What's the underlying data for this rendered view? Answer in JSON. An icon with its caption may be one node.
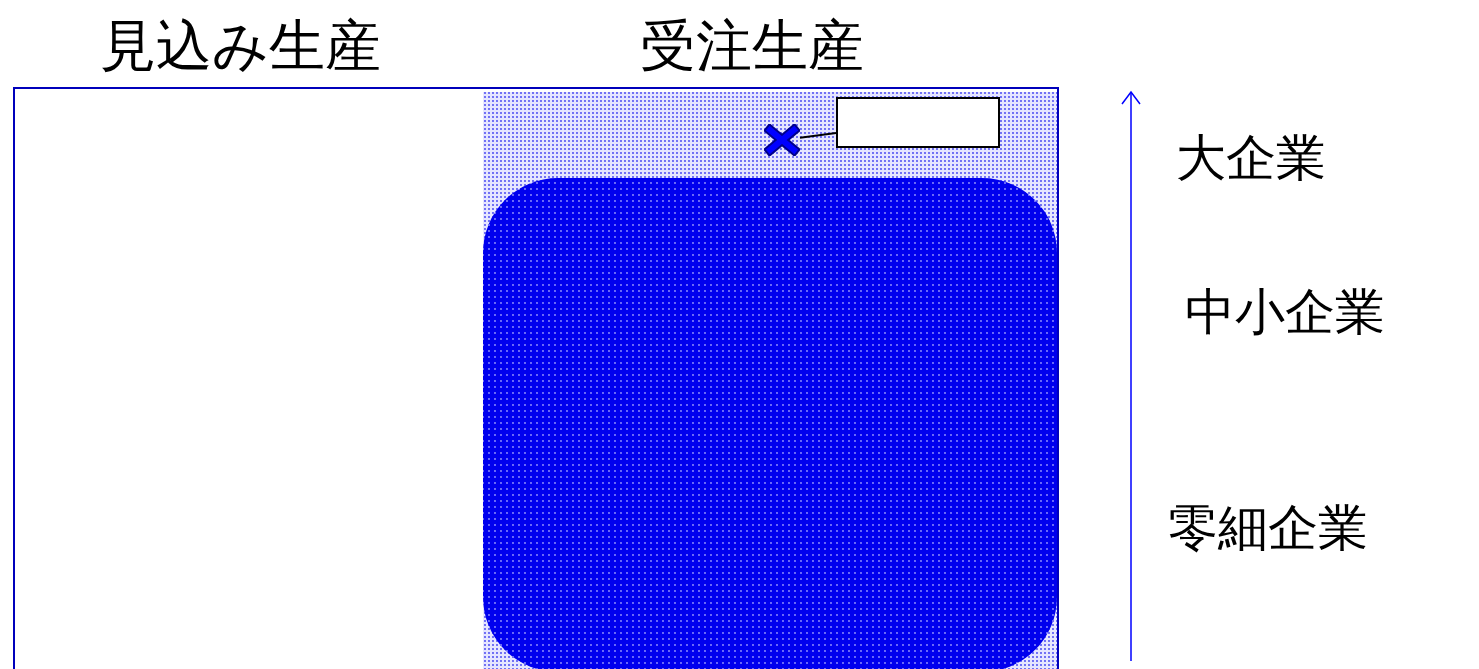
{
  "diagram": {
    "nodes": [
      {
        "text": [],
        "shape": "box"
      },
      {
        "text": [],
        "shape": "cross"
      }
    ],
    "edges": [
      {
        "from": 0,
        "to": 1,
        "arrow": "none"
      }
    ],
    "labels": [
      "見込み生産",
      "受注生産",
      "大企業",
      "中小企業",
      "零細企業"
    ]
  }
}
